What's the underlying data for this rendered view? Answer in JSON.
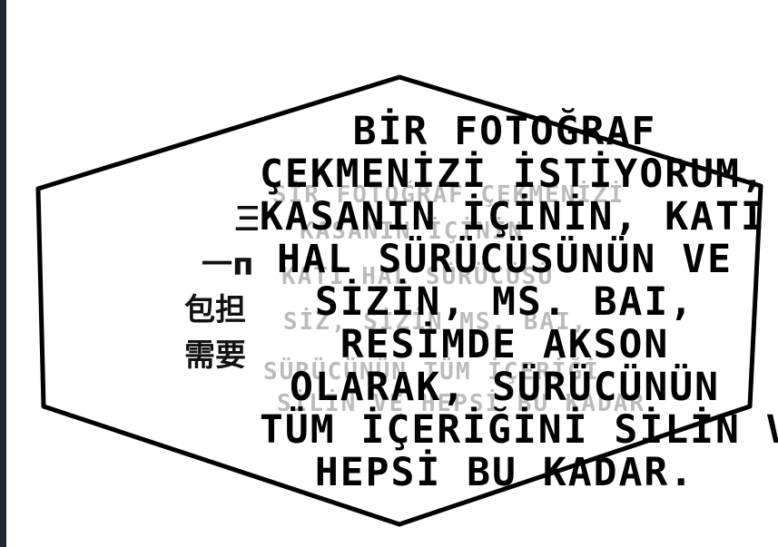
{
  "bubble": {
    "translated_lines": [
      "BİR FOTOĞRAF",
      "ÇEKMENİZİ İSTİYORUM,",
      "KASANIN İÇİNİN, KATI",
      "HAL SÜRÜCÜSÜNÜN VE",
      "SİZİN, MS. BAI,",
      "RESİMDE AKSON",
      "OLARAK, SÜRÜCÜNÜN",
      "TÜM İÇERİĞİNİ SİLİN VE",
      "HEPSİ BU KADAR."
    ],
    "original_fragments": [
      "三",
      "一п",
      "包担",
      "需要"
    ],
    "ghost_lines": [
      "SİR FOTOĞRAF ÇEKMENİZİ",
      "KASANIN İÇİNİN",
      "KATI HAL SÜRÜCÜSÜ",
      "SİZ, SİZİN MS. BAI,",
      "SÜRÜCÜNÜN TÜM İÇERİĞİ",
      "SİLİN VE HEPSİ BU KADAR"
    ]
  },
  "colors": {
    "page_background": "#ffffff",
    "left_border": "#1f2630",
    "bubble_outline": "#000000",
    "text": "#000000"
  }
}
